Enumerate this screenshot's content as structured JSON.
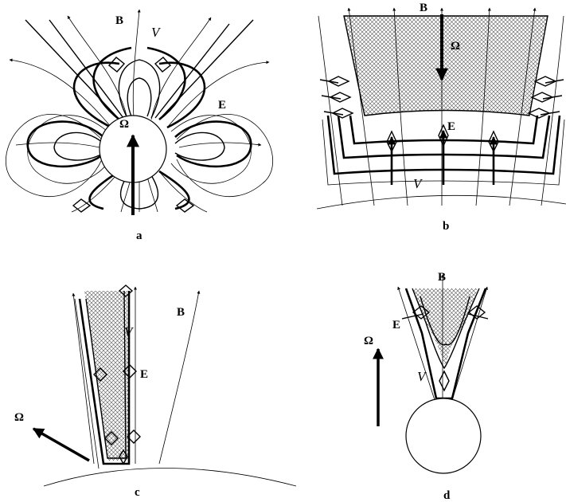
{
  "panels": [
    {
      "caption": "a",
      "labels": {
        "b": "B",
        "v": "V",
        "e": "E",
        "omega": "Ω"
      }
    },
    {
      "caption": "b",
      "labels": {
        "b": "B",
        "v": "V",
        "e": "E",
        "omega": "Ω"
      }
    },
    {
      "caption": "c",
      "labels": {
        "b": "B",
        "v": "V",
        "e": "E",
        "omega": "Ω"
      }
    },
    {
      "caption": "d",
      "labels": {
        "b": "B",
        "v": "V",
        "e": "E",
        "omega": "Ω"
      }
    }
  ]
}
